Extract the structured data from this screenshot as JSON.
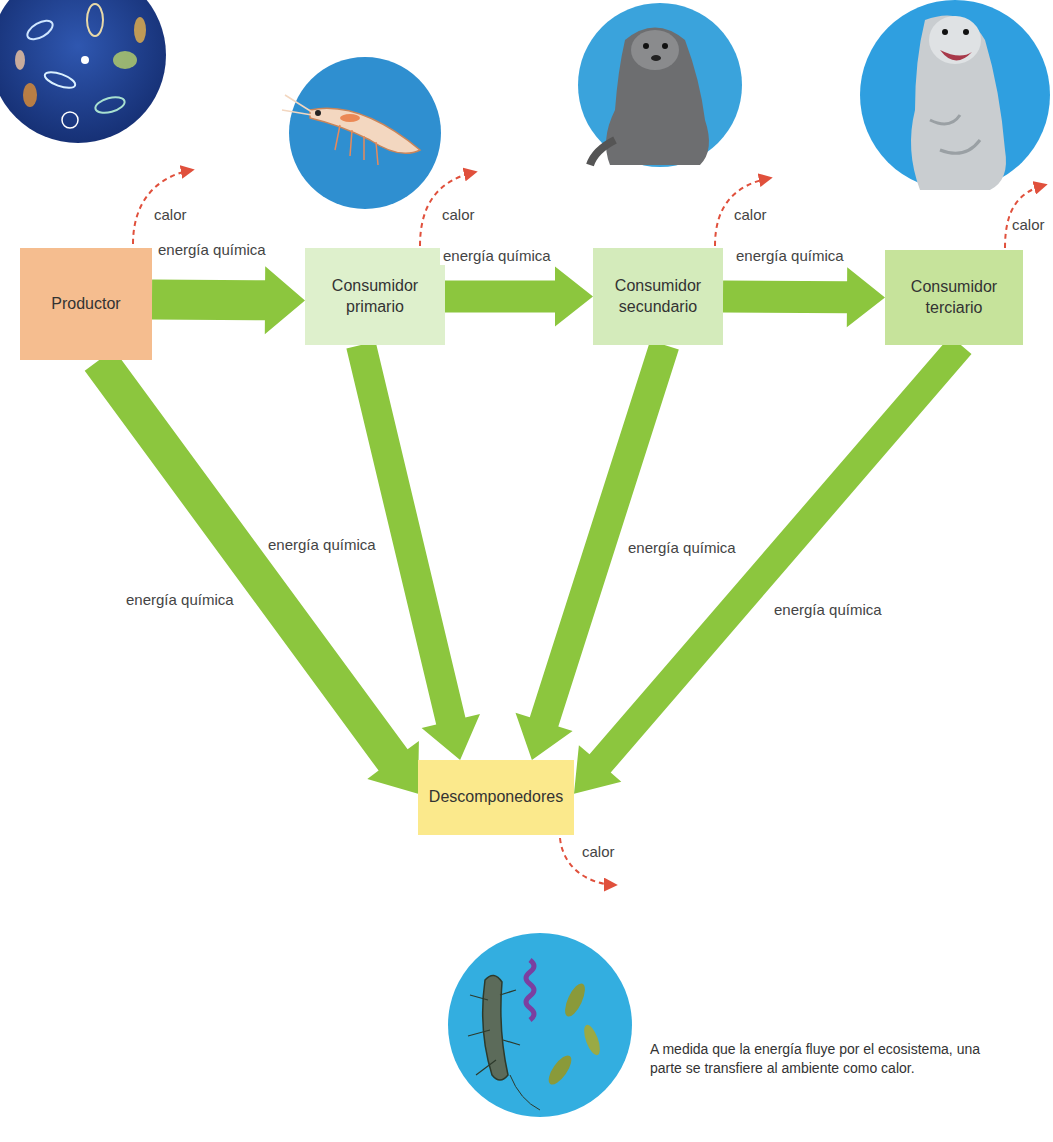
{
  "diagram": {
    "caption": "A medida que la energía fluye por el ecosistema, una parte se transfiere al ambiente como calor.",
    "nodes": [
      {
        "text": [
          "Productor"
        ]
      },
      {
        "text": [
          "Consumidor primario"
        ]
      },
      {
        "text": [
          "Consumidor secundario"
        ]
      },
      {
        "text": [
          "Consumidor terciario"
        ]
      },
      {
        "text": [
          "Descomponedores"
        ]
      }
    ],
    "edges": [
      {
        "from": 0,
        "to": 1,
        "label": "energía química",
        "arrow": "to"
      },
      {
        "from": 1,
        "to": 2,
        "label": "energía química",
        "arrow": "to"
      },
      {
        "from": 2,
        "to": 3,
        "label": "energía química",
        "arrow": "to"
      },
      {
        "from": 0,
        "to": 4,
        "label": "energía química",
        "arrow": "to"
      },
      {
        "from": 1,
        "to": 4,
        "label": "energía química",
        "arrow": "to"
      },
      {
        "from": 2,
        "to": 4,
        "label": "energía química",
        "arrow": "to"
      },
      {
        "from": 3,
        "to": 4,
        "label": "energía química",
        "arrow": "to"
      }
    ],
    "labels": [
      "calor",
      "calor",
      "calor",
      "calor",
      "calor"
    ]
  }
}
